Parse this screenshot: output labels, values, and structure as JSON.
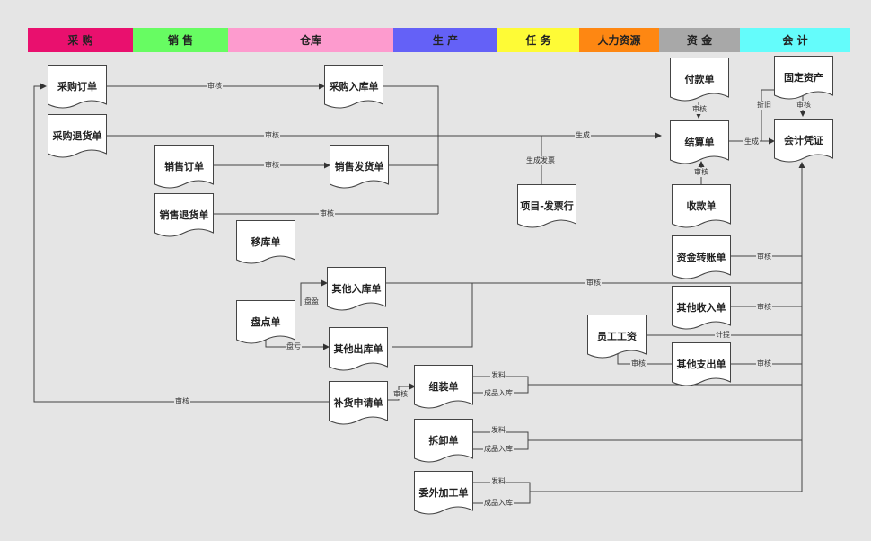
{
  "headers": [
    {
      "label": "采 购",
      "color": "#e9106e"
    },
    {
      "label": "销 售",
      "color": "#67fc62"
    },
    {
      "label": "仓库",
      "color": "#fd9bce"
    },
    {
      "label": "生 产",
      "color": "#6461f7"
    },
    {
      "label": "任 务",
      "color": "#fefb36"
    },
    {
      "label": "人力资源",
      "color": "#fe8712"
    },
    {
      "label": "资 金",
      "color": "#a8a8a8"
    },
    {
      "label": "会 计",
      "color": "#64fcfb"
    }
  ],
  "nodes": {
    "cg_order": "采购订单",
    "cg_return": "采购退货单",
    "cg_in": "采购入库单",
    "xs_order": "销售订单",
    "xs_out": "销售发货单",
    "xs_return": "销售退货单",
    "yiku": "移库单",
    "pandian": "盘点单",
    "qt_in": "其他入库单",
    "qt_out": "其他出库单",
    "buhuo": "补货申请单",
    "zuzhuang": "组装单",
    "chaixie": "拆卸单",
    "weiwai": "委外加工单",
    "fapiao": "项目-发票行",
    "fukuan": "付款单",
    "jiesuan": "结算单",
    "shoukuan": "收款单",
    "zjzz": "资金转账单",
    "qt_shou": "其他收入单",
    "yuangong": "员工工资",
    "qt_zhi": "其他支出单",
    "gudingzc": "固定资产",
    "pingzheng": "会计凭证"
  },
  "edge_labels": {
    "shenhe": "审核",
    "shengcheng": "生成",
    "shengcheng_fapiao": "生成发票",
    "zhejiu": "折旧",
    "panying": "盘盈",
    "pankui": "盘亏",
    "jiti": "计提",
    "faliao": "发料",
    "chengpin": "成品入库"
  }
}
